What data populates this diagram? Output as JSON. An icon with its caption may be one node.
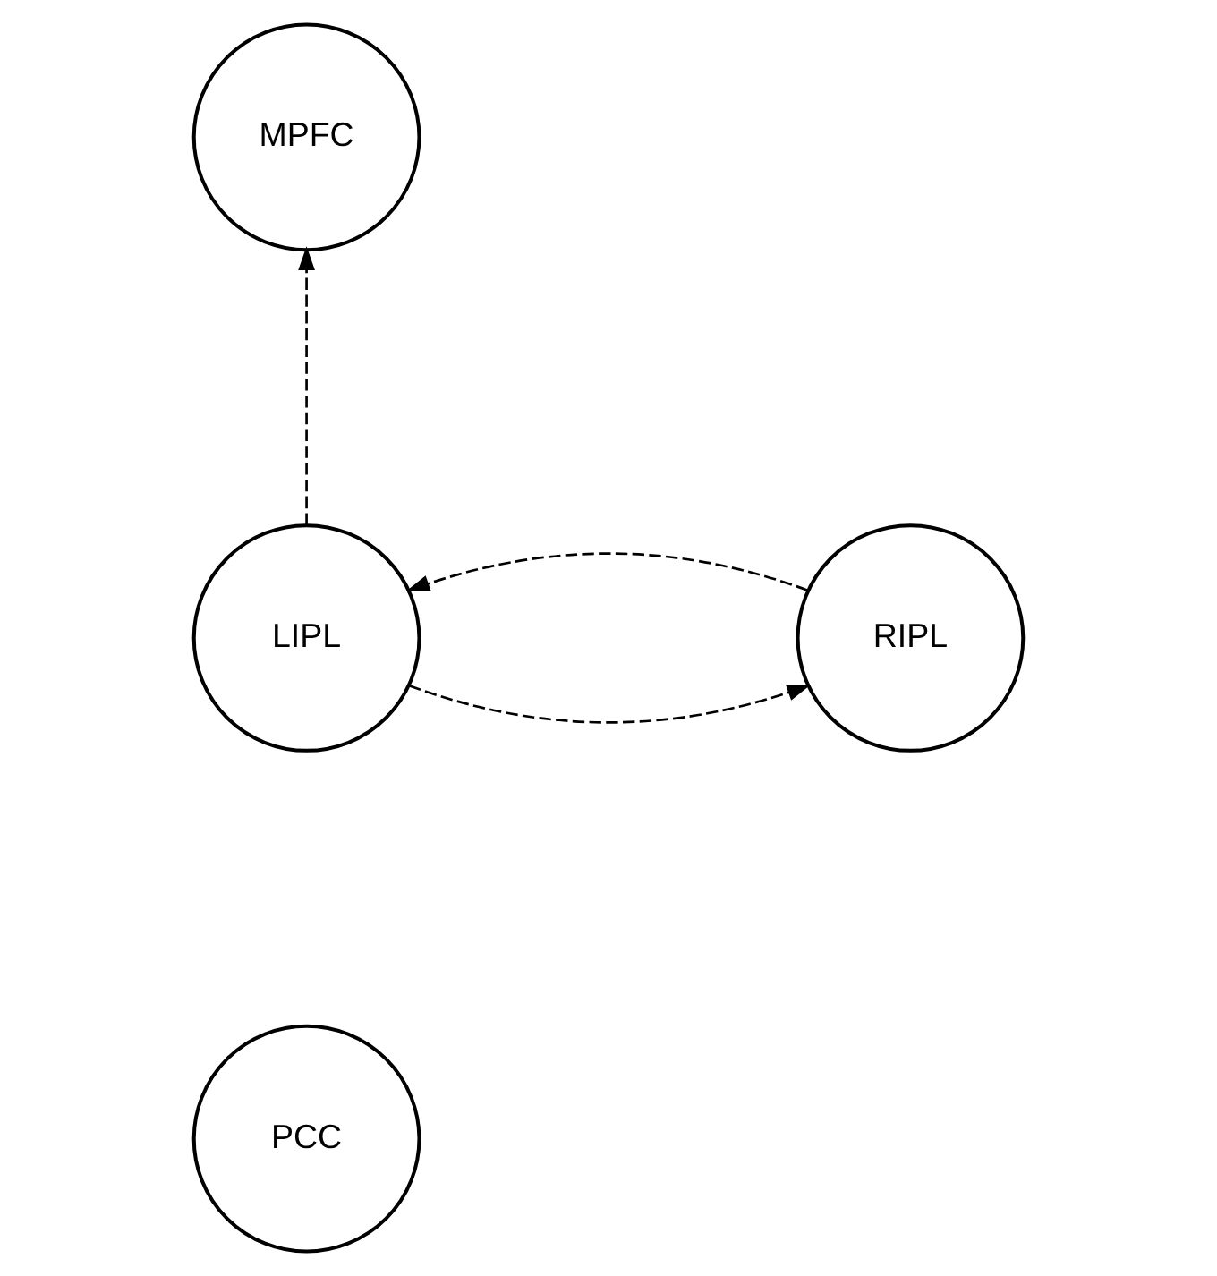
{
  "diagram": {
    "nodes": [
      {
        "text": [
          "MPFC"
        ]
      },
      {
        "text": [
          "LIPL"
        ]
      },
      {
        "text": [
          "RIPL"
        ]
      },
      {
        "text": [
          "PCC"
        ]
      }
    ],
    "edges": [
      {
        "from": 1,
        "to": 0,
        "arrow": "to",
        "style": "dashed"
      },
      {
        "from": 2,
        "to": 1,
        "arrow": "to",
        "style": "dashed"
      },
      {
        "from": 1,
        "to": 2,
        "arrow": "to",
        "style": "dashed"
      }
    ]
  }
}
